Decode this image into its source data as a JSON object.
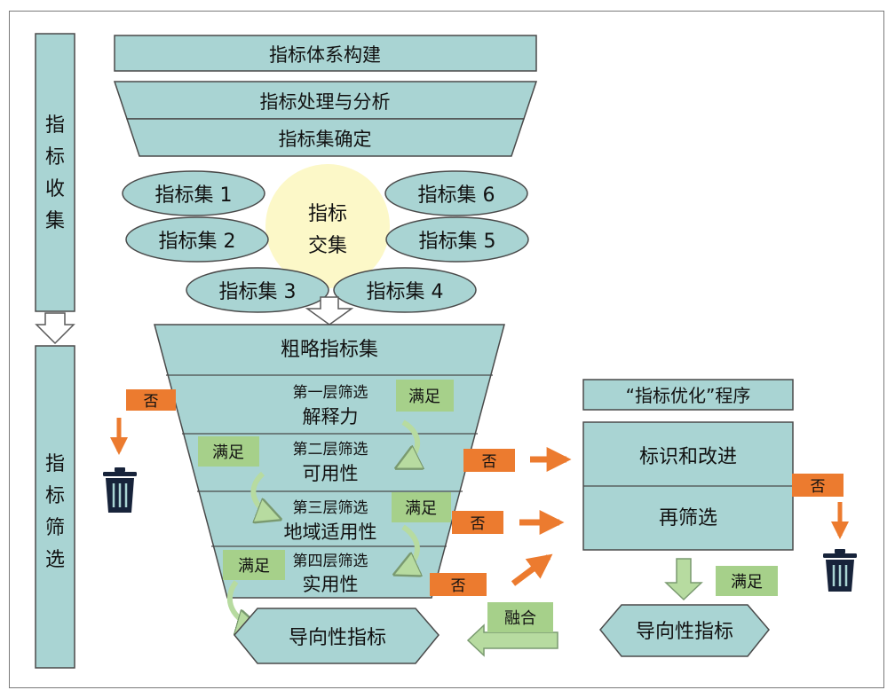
{
  "sidebar": {
    "collect_label": "指标收集",
    "filter_label": "指标筛选"
  },
  "stages": {
    "build": "指标体系构建",
    "process": "指标处理与分析",
    "confirm": "指标集确定"
  },
  "sets": {
    "set1": "指标集 1",
    "set2": "指标集 2",
    "set3": "指标集 3",
    "set4": "指标集 4",
    "set5": "指标集 5",
    "set6": "指标集 6",
    "intersection_line1": "指标",
    "intersection_line2": "交集"
  },
  "funnel": {
    "top": "粗略指标集",
    "layers": [
      {
        "name": "第一层筛选",
        "criterion": "解释力"
      },
      {
        "name": "第二层筛选",
        "criterion": "可用性"
      },
      {
        "name": "第三层筛选",
        "criterion": "地域适用性"
      },
      {
        "name": "第四层筛选",
        "criterion": "实用性"
      }
    ]
  },
  "tags": {
    "satisfy": "满足",
    "no": "否",
    "merge": "融合"
  },
  "optimization": {
    "title": "“指标优化”程序",
    "step1": "标识和改进",
    "step2": "再筛选"
  },
  "outputs": {
    "left": "导向性指标",
    "right": "导向性指标"
  },
  "colors": {
    "box_fill": "#a9d4d3",
    "box_stroke": "#4a4a4a",
    "tag_green": "#a6d08a",
    "tag_orange": "#ec7b2f",
    "circle_yellow": "#fcf8c8",
    "trash": "#17233a"
  }
}
